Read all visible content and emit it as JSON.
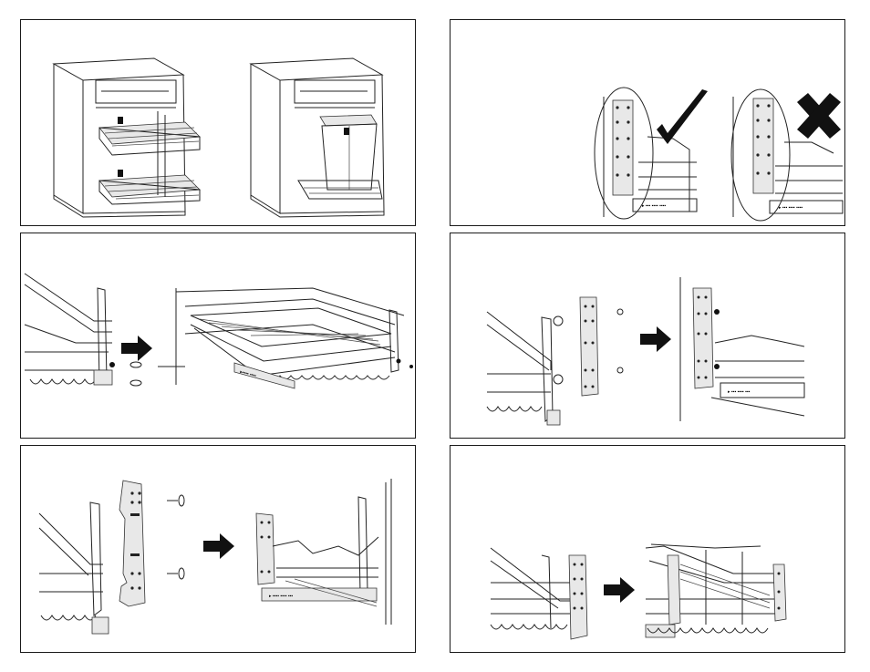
{
  "panels": [
    {
      "id": "cabinet-overview",
      "label_text": ""
    },
    {
      "id": "bracket-orientation",
      "label_text": ""
    },
    {
      "id": "basket-install",
      "label_text": ""
    },
    {
      "id": "bracket-attach",
      "label_text": ""
    },
    {
      "id": "bracket-screw",
      "label_text": ""
    },
    {
      "id": "final-assembly",
      "label_text": ""
    }
  ],
  "colors": {
    "line": "#222222",
    "fill_light": "#e8e8e8",
    "accent": "#111111"
  },
  "icons": [
    "arrow-right-icon",
    "checkmark-icon",
    "x-mark-icon"
  ]
}
